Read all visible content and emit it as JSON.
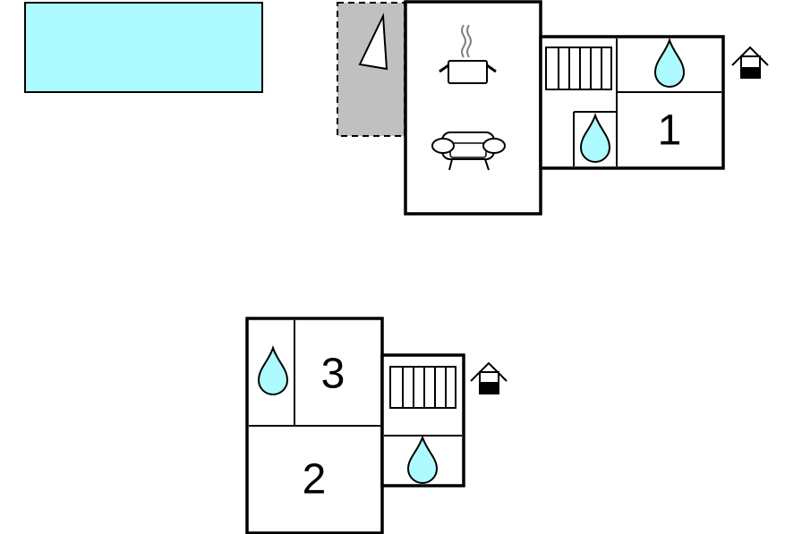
{
  "floor_plan": {
    "colors": {
      "pool": "#adfaff",
      "terrace": "#c0c0c0",
      "water": "#adfaff",
      "wall": "#000000",
      "background": "#ffffff"
    },
    "ground_floor": {
      "rooms": [
        {
          "label": "1",
          "type": "bedroom"
        }
      ],
      "features": [
        "pool",
        "terrace",
        "kitchen-icon",
        "sofa-icon",
        "stairs-icon",
        "water-drop-icon",
        "water-drop-icon",
        "entrance-icon"
      ]
    },
    "upper_floor": {
      "rooms": [
        {
          "label": "3",
          "type": "bedroom"
        },
        {
          "label": "2",
          "type": "bedroom"
        }
      ],
      "features": [
        "stairs-icon",
        "water-drop-icon",
        "water-drop-icon",
        "entrance-icon"
      ]
    }
  }
}
